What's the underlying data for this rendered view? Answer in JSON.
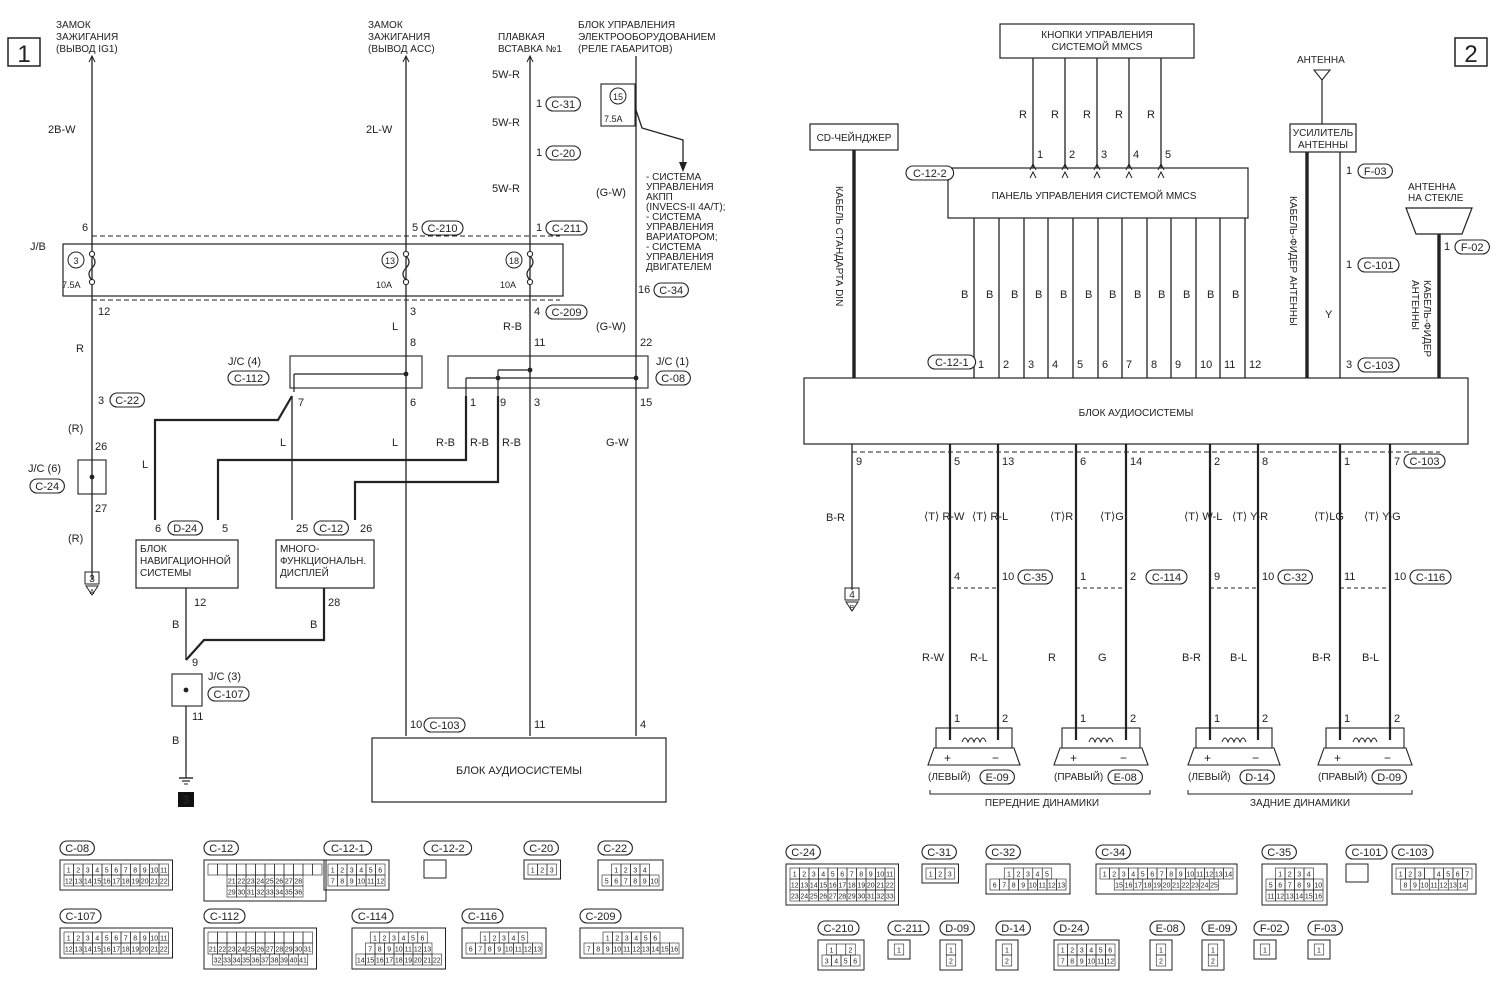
{
  "page": {
    "title": "",
    "subtitle": ""
  },
  "panels": [
    {
      "number": "1"
    },
    {
      "number": "2"
    }
  ],
  "left": {
    "sources": [
      {
        "lines": [
          "ЗАМОК",
          "ЗАЖИГАНИЯ",
          "(ВЫВОД IG1)"
        ]
      },
      {
        "lines": [
          "ЗАМОК",
          "ЗАЖИГАНИЯ",
          "(ВЫВОД ACC)"
        ]
      },
      {
        "lines": [
          "ПЛАВКАЯ",
          "ВСТАВКА №1"
        ]
      },
      {
        "lines": [
          "БЛОК УПРАВЛЕНИЯ",
          "ЭЛЕКТРООБОРУДОВАНИЕМ",
          "(РЕЛЕ ГАБАРИТОВ)"
        ]
      }
    ],
    "wire_colors": [
      "2B-W",
      "2L-W",
      "5W-R",
      "5W-R",
      "5W-R",
      "(G-W)",
      "R",
      "(R)",
      "(R)",
      "L",
      "L",
      "L",
      "L",
      "R-B",
      "R-B",
      "R-B",
      "R-B",
      "(G-W)",
      "G-W",
      "B",
      "B",
      "B"
    ],
    "pins": [
      "6",
      "5",
      "1",
      "1",
      "1",
      "12",
      "3",
      "4",
      "8",
      "11",
      "22",
      "7",
      "6",
      "1",
      "9",
      "3",
      "15",
      "3",
      "26",
      "27",
      "6",
      "5",
      "25",
      "26",
      "12",
      "28",
      "9",
      "11",
      "10",
      "11",
      "4",
      "16"
    ],
    "connectors": [
      "C-31",
      "C-20",
      "C-210",
      "C-211",
      "C-209",
      "C-34",
      "C-112",
      "C-08",
      "C-22",
      "C-24",
      "D-24",
      "C-12",
      "C-107",
      "C-103"
    ],
    "junction_labels": [
      "J/B",
      "J/C (4)",
      "J/C (1)",
      "J/C (6)",
      "J/C (3)"
    ],
    "fuses": [
      {
        "number": "3",
        "rating": "7.5A"
      },
      {
        "number": "13",
        "rating": "10A"
      },
      {
        "number": "18",
        "rating": "10A"
      },
      {
        "number": "15",
        "rating": "7.5A"
      }
    ],
    "arrow_note": [
      "- СИСТЕМА",
      "УПРАВЛЕНИЯ",
      "АКПП",
      "(INVECS-II 4A/T);",
      "- СИСТЕМА",
      "УПРАВЛЕНИЯ",
      "ВАРИАТОРОМ;",
      "- СИСТЕМА",
      "УПРАВЛЕНИЯ",
      "ДВИГАТЕЛЕМ"
    ],
    "components": [
      {
        "lines": [
          "БЛОК",
          "НАВИГАЦИОННОЙ",
          "СИСТЕМЫ"
        ]
      },
      {
        "lines": [
          "МНОГО-",
          "ФУНКЦИОНАЛЬН.",
          "ДИСПЛЕЙ"
        ]
      },
      {
        "lines": [
          "БЛОК АУДИОСИСТЕМЫ"
        ]
      }
    ],
    "ground_marks": [
      "3",
      "A",
      "3"
    ]
  },
  "right": {
    "mmcs_buttons": [
      "КНОПКИ УПРАВЛЕНИЯ",
      "СИСТЕМОЙ MMCS"
    ],
    "mmcs_panel": "ПАНЕЛЬ УПРАВЛЕНИЯ СИСТЕМОЙ MMCS",
    "cd_changer": "CD-ЧЕЙНДЖЕР",
    "cd_cable": "КАБЕЛЬ СТАНДАРТА DIN",
    "antenna": "АНТЕННА",
    "amplifier": [
      "УСИЛИТЕЛЬ",
      "АНТЕННЫ"
    ],
    "feeder": "КАБЕЛЬ-ФИДЕР АНТЕННЫ",
    "glass_antenna": [
      "АНТЕННА",
      "НА СТЕКЛЕ"
    ],
    "glass_feeder": [
      "КАБЕЛЬ-ФИДЕР",
      "АНТЕННЫ"
    ],
    "audio_unit": "БЛОК АУДИОСИСТЕМЫ",
    "button_pins": [
      "1",
      "2",
      "3",
      "4",
      "5"
    ],
    "button_wire": "R",
    "panel_pins": [
      "1",
      "2",
      "3",
      "4",
      "5",
      "6",
      "7",
      "8",
      "9",
      "10",
      "11",
      "12"
    ],
    "panel_wire": "B",
    "amp_wire": "Y",
    "amp_pins": [
      "1",
      "1",
      "3"
    ],
    "glass_pin": "1",
    "connectors": [
      "C-12-2",
      "C-12-1",
      "F-03",
      "C-101",
      "C-103",
      "F-02",
      "C-35",
      "C-114",
      "C-32",
      "C-116"
    ],
    "audio_out_pins": [
      "9",
      "5",
      "13",
      "6",
      "14",
      "2",
      "8",
      "1",
      "7"
    ],
    "speaker_wires_top": [
      "B-R",
      "⟨T⟩ R-W",
      "⟨T⟩ R-L",
      "⟨T⟩R",
      "⟨T⟩G",
      "⟨T⟩ W-L",
      "⟨T⟩ Y-R",
      "⟨T⟩LG",
      "⟨T⟩ Y-G"
    ],
    "mid_pins": [
      "4",
      "10",
      "1",
      "2",
      "9",
      "10",
      "11",
      "10"
    ],
    "speaker_wires_bottom": [
      "R-W",
      "R-L",
      "R",
      "G",
      "B-R",
      "B-L",
      "B-R",
      "B-L"
    ],
    "speaker_terminals": [
      "1",
      "2",
      "+",
      "−"
    ],
    "speakers": [
      {
        "side": "(ЛЕВЫЙ)",
        "connector": "E-09"
      },
      {
        "side": "(ПРАВЫЙ)",
        "connector": "E-08"
      },
      {
        "side": "(ЛЕВЫЙ)",
        "connector": "D-14"
      },
      {
        "side": "(ПРАВЫЙ)",
        "connector": "D-09"
      }
    ],
    "speaker_groups": [
      "ПЕРЕДНИЕ ДИНАМИКИ",
      "ЗАДНИЕ ДИНАМИКИ"
    ],
    "ground_marks": [
      "4",
      "B"
    ]
  },
  "connector_legend": [
    {
      "id": "C-08",
      "rows": [
        [
          "1",
          "2",
          "3",
          "4",
          "5",
          "6",
          "7",
          "8",
          "9",
          "10",
          "11"
        ],
        [
          "12",
          "13",
          "14",
          "15",
          "16",
          "17",
          "18",
          "19",
          "20",
          "21",
          "22"
        ]
      ]
    },
    {
      "id": "C-12",
      "rows": [
        [
          "",
          "",
          "",
          "",
          "",
          "",
          "",
          "",
          "",
          "",
          "",
          ""
        ],
        [
          "21",
          "22",
          "23",
          "24",
          "25",
          "26",
          "27",
          "28"
        ],
        [
          "29",
          "30",
          "31",
          "32",
          "33",
          "34",
          "35",
          "36"
        ]
      ]
    },
    {
      "id": "C-12-1",
      "rows": [
        [
          "1",
          "2",
          "3",
          "4",
          "5",
          "6"
        ],
        [
          "7",
          "8",
          "9",
          "10",
          "11",
          "12"
        ]
      ]
    },
    {
      "id": "C-12-2",
      "rows": []
    },
    {
      "id": "C-20",
      "rows": [
        [
          "1",
          "2",
          "3"
        ]
      ]
    },
    {
      "id": "C-22",
      "rows": [
        [
          "1",
          "2",
          "3",
          "4"
        ],
        [
          "5",
          "6",
          "7",
          "8",
          "9",
          "10"
        ]
      ]
    },
    {
      "id": "C-107",
      "rows": [
        [
          "1",
          "2",
          "3",
          "4",
          "5",
          "6",
          "7",
          "8",
          "9",
          "10",
          "11"
        ],
        [
          "12",
          "13",
          "14",
          "15",
          "16",
          "17",
          "18",
          "19",
          "20",
          "21",
          "22"
        ]
      ]
    },
    {
      "id": "C-112",
      "rows": [
        [
          "",
          "",
          "",
          "",
          "",
          "",
          "",
          "",
          "",
          "",
          ""
        ],
        [
          "21",
          "22",
          "23",
          "24",
          "25",
          "26",
          "27",
          "28",
          "29",
          "30",
          "31"
        ],
        [
          "32",
          "33",
          "34",
          "35",
          "36",
          "37",
          "38",
          "39",
          "40",
          "41"
        ]
      ]
    },
    {
      "id": "C-114",
      "rows": [
        [
          "1",
          "2",
          "3",
          "4",
          "5",
          "6"
        ],
        [
          "7",
          "8",
          "9",
          "10",
          "11",
          "12",
          "13"
        ],
        [
          "14",
          "15",
          "16",
          "17",
          "18",
          "19",
          "20",
          "21",
          "22"
        ]
      ]
    },
    {
      "id": "C-116",
      "rows": [
        [
          "1",
          "2",
          "3",
          "4",
          "5"
        ],
        [
          "6",
          "7",
          "8",
          "9",
          "10",
          "11",
          "12",
          "13"
        ]
      ]
    },
    {
      "id": "C-209",
      "rows": [
        [
          "1",
          "2",
          "3",
          "4",
          "5",
          "6"
        ],
        [
          "7",
          "8",
          "9",
          "10",
          "11",
          "12",
          "13",
          "14",
          "15",
          "16"
        ]
      ]
    },
    {
      "id": "C-24",
      "rows": [
        [
          "1",
          "2",
          "3",
          "4",
          "5",
          "6",
          "7",
          "8",
          "9",
          "10",
          "11"
        ],
        [
          "12",
          "13",
          "14",
          "15",
          "16",
          "17",
          "18",
          "19",
          "20",
          "21",
          "22"
        ],
        [
          "23",
          "24",
          "25",
          "26",
          "27",
          "28",
          "29",
          "30",
          "31",
          "32",
          "33"
        ]
      ]
    },
    {
      "id": "C-31",
      "rows": [
        [
          "1",
          "2",
          "3"
        ]
      ]
    },
    {
      "id": "C-32",
      "rows": [
        [
          "1",
          "2",
          "3",
          "4",
          "5"
        ],
        [
          "6",
          "7",
          "8",
          "9",
          "10",
          "11",
          "12",
          "13"
        ]
      ]
    },
    {
      "id": "C-34",
      "rows": [
        [
          "1",
          "2",
          "3",
          "4",
          "5",
          "6",
          "7",
          "8",
          "9",
          "10",
          "11",
          "12",
          "13",
          "14"
        ],
        [
          "15",
          "16",
          "17",
          "18",
          "19",
          "20",
          "21",
          "22",
          "23",
          "24",
          "25"
        ]
      ]
    },
    {
      "id": "C-35",
      "rows": [
        [
          "1",
          "2",
          "3",
          "4"
        ],
        [
          "5",
          "6",
          "7",
          "8",
          "9",
          "10"
        ],
        [
          "11",
          "12",
          "13",
          "14",
          "15",
          "16"
        ]
      ]
    },
    {
      "id": "C-101",
      "rows": []
    },
    {
      "id": "C-103",
      "rows": [
        [
          "1",
          "2",
          "3",
          "",
          "4",
          "5",
          "6",
          "7"
        ],
        [
          "8",
          "9",
          "10",
          "11",
          "12",
          "13",
          "14"
        ]
      ]
    },
    {
      "id": "C-210",
      "rows": [
        [
          "1",
          "",
          "2"
        ],
        [
          "3",
          "4",
          "5",
          "6"
        ]
      ]
    },
    {
      "id": "C-211",
      "rows": [
        [
          "1"
        ]
      ]
    },
    {
      "id": "D-09",
      "rows": [
        [
          "1"
        ],
        [
          "2"
        ]
      ]
    },
    {
      "id": "D-14",
      "rows": [
        [
          "1"
        ],
        [
          "2"
        ]
      ]
    },
    {
      "id": "D-24",
      "rows": [
        [
          "1",
          "2",
          "3",
          "4",
          "5",
          "6"
        ],
        [
          "7",
          "8",
          "9",
          "10",
          "11",
          "12"
        ]
      ]
    },
    {
      "id": "E-08",
      "rows": [
        [
          "1"
        ],
        [
          "2"
        ]
      ]
    },
    {
      "id": "E-09",
      "rows": [
        [
          "1"
        ],
        [
          "2"
        ]
      ]
    },
    {
      "id": "F-02",
      "rows": [
        [
          "1"
        ]
      ]
    },
    {
      "id": "F-03",
      "rows": [
        [
          "1"
        ]
      ]
    }
  ]
}
